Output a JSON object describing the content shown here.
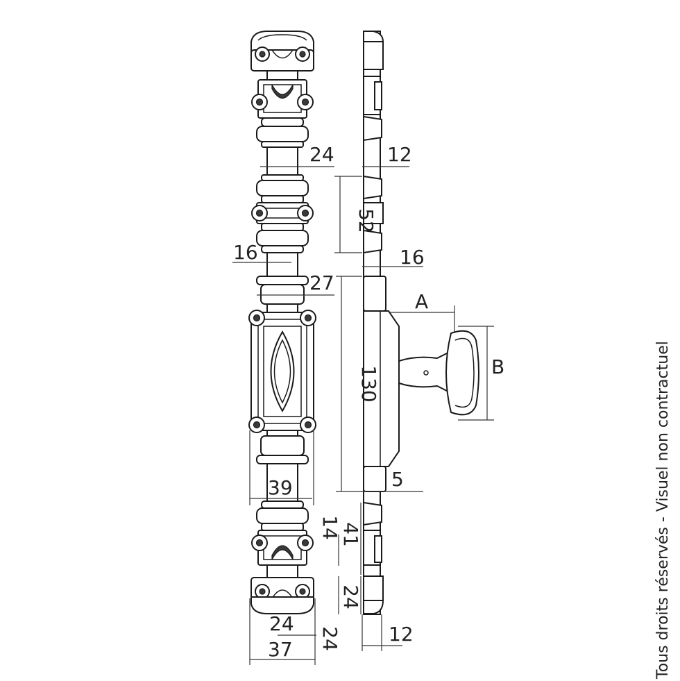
{
  "colors": {
    "line": "#1a1a1a",
    "text": "#222222",
    "background": "#ffffff"
  },
  "dimensions": {
    "d24_top": "24",
    "d12_top": "12",
    "d52": "52",
    "d16_left": "16",
    "d16_right": "16",
    "d27": "27",
    "A": "A",
    "B": "B",
    "d130": "130",
    "d5": "5",
    "d39": "39",
    "d14": "14",
    "d41": "41",
    "d24_right": "24",
    "d24_bottom": "24",
    "d24_vertical": "24",
    "d37": "37",
    "d12_bottom": "12"
  },
  "side_note": "Tous droits réservés - Visuel non contractuel"
}
